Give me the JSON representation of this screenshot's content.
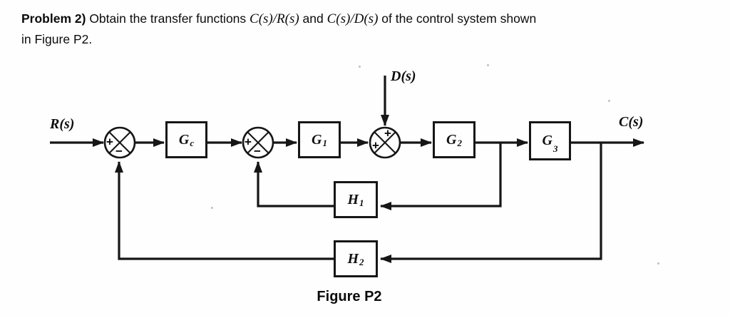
{
  "header": {
    "problem_label": "Problem 2)",
    "text_before": " Obtain the transfer functions ",
    "math_1": "C(s)/R(s)",
    "text_between": " and ",
    "math_2": "C(s)/D(s)",
    "text_after": " of the control system shown",
    "line_2": "in Figure P2."
  },
  "diagram": {
    "input_label": "R(s)",
    "disturbance_label": "D(s)",
    "output_label": "C(s)",
    "caption": "Figure P2",
    "blocks": [
      {
        "id": "Gc",
        "base": "G",
        "sub": "c"
      },
      {
        "id": "G1",
        "base": "G",
        "sub": "1"
      },
      {
        "id": "G2",
        "base": "G",
        "sub": "2"
      },
      {
        "id": "G3",
        "base": "G",
        "sub": "3"
      },
      {
        "id": "H1",
        "base": "H",
        "sub": "1"
      },
      {
        "id": "H2",
        "base": "H",
        "sub": "2"
      }
    ],
    "summing_junctions": [
      {
        "id": "sum1",
        "left_sign": "+",
        "bottom_sign": "−"
      },
      {
        "id": "sum2",
        "left_sign": "+",
        "bottom_sign": "−"
      },
      {
        "id": "sum3",
        "left_sign": "+",
        "top_sign": "+"
      }
    ]
  }
}
